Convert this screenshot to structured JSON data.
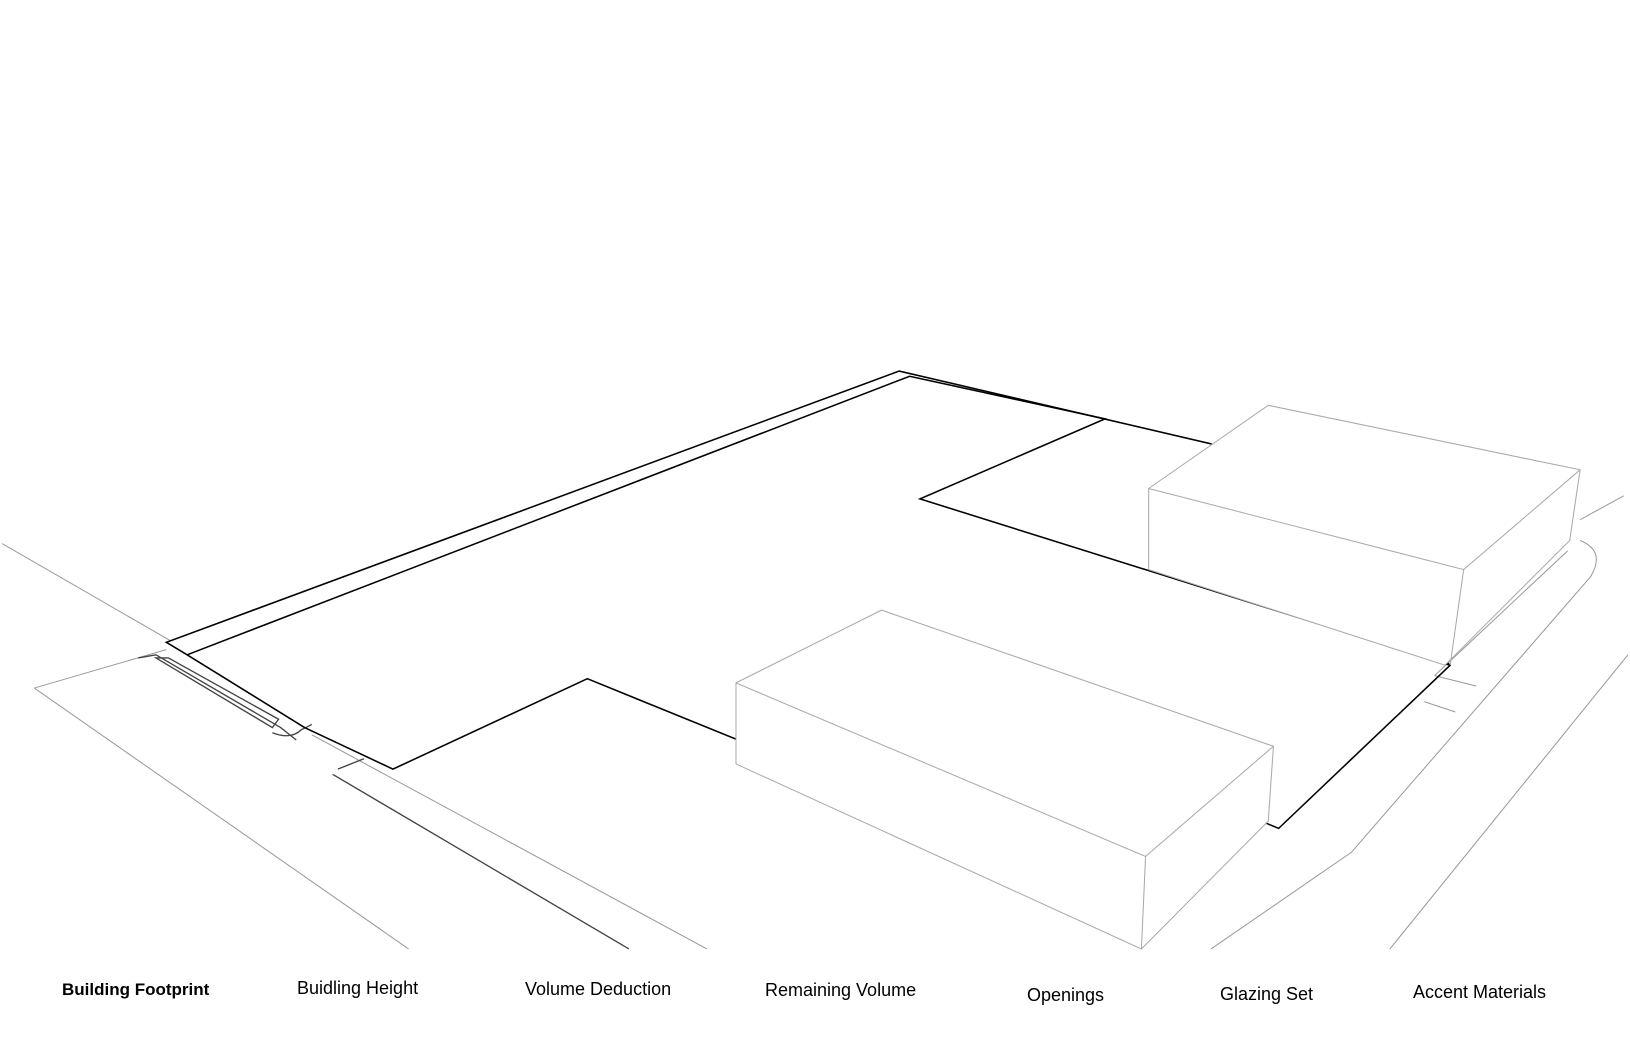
{
  "steps": [
    {
      "label": "Building Footprint",
      "active": true
    },
    {
      "label": "Buidling Height",
      "active": false
    },
    {
      "label": "Volume Deduction",
      "active": false
    },
    {
      "label": "Remaining Volume",
      "active": false
    },
    {
      "label": "Openings",
      "active": false
    },
    {
      "label": "Glazing Set",
      "active": false
    },
    {
      "label": "Accent Materials",
      "active": false
    }
  ],
  "colors": {
    "line": "#000000",
    "context_line": "#9a9a9a",
    "background": "#ffffff"
  }
}
